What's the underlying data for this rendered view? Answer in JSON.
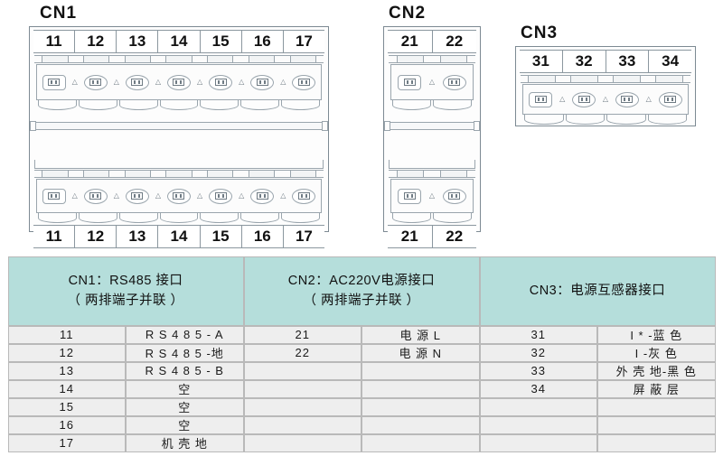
{
  "diagram": {
    "connectors": [
      {
        "name": "CN1",
        "title": "CN1",
        "terminals": [
          "11",
          "12",
          "13",
          "14",
          "15",
          "16",
          "17"
        ],
        "rows": 2
      },
      {
        "name": "CN2",
        "title": "CN2",
        "terminals": [
          "21",
          "22"
        ],
        "rows": 2
      },
      {
        "name": "CN3",
        "title": "CN3",
        "terminals": [
          "31",
          "32",
          "33",
          "34"
        ],
        "rows": 1
      }
    ],
    "icons": {
      "screw_port": "screw-terminal-port-icon",
      "separator": "triangle-separator-icon",
      "rail": "din-rail-icon"
    }
  },
  "table": {
    "columns": [
      {
        "key": "cn1",
        "header_line1": "CN1：RS485 接口",
        "header_line2": "（ 两排端子并联 ）",
        "rows": [
          {
            "pin": "11",
            "desc": "R S 4 8 5 - A"
          },
          {
            "pin": "12",
            "desc": "R S 4 8 5 -地"
          },
          {
            "pin": "13",
            "desc": "R S 4 8 5 - B"
          },
          {
            "pin": "14",
            "desc": "空"
          },
          {
            "pin": "15",
            "desc": "空"
          },
          {
            "pin": "16",
            "desc": "空"
          },
          {
            "pin": "17",
            "desc": "机 壳 地"
          }
        ]
      },
      {
        "key": "cn2",
        "header_line1": "CN2：AC220V电源接口",
        "header_line2": "（ 两排端子并联 ）",
        "rows": [
          {
            "pin": "21",
            "desc": "电 源  L"
          },
          {
            "pin": "22",
            "desc": "电 源  N"
          },
          {
            "pin": "",
            "desc": ""
          },
          {
            "pin": "",
            "desc": ""
          },
          {
            "pin": "",
            "desc": ""
          },
          {
            "pin": "",
            "desc": ""
          },
          {
            "pin": "",
            "desc": ""
          }
        ]
      },
      {
        "key": "cn3",
        "header_line1": "CN3：电源互感器接口",
        "header_line2": "",
        "rows": [
          {
            "pin": "31",
            "desc": "I * -蓝 色"
          },
          {
            "pin": "32",
            "desc": "I -灰 色"
          },
          {
            "pin": "33",
            "desc": "外 壳 地-黑 色"
          },
          {
            "pin": "34",
            "desc": "屏 蔽 层"
          },
          {
            "pin": "",
            "desc": ""
          },
          {
            "pin": "",
            "desc": ""
          },
          {
            "pin": "",
            "desc": ""
          }
        ]
      }
    ]
  },
  "colors": {
    "header_bg": "#b5dedb",
    "row_bg": "#eeeeee",
    "grid_line": "#b9b9b9",
    "outline": "#ffffff",
    "drawing_stroke": "#7d8a93",
    "page_bg": "#ffffff"
  }
}
